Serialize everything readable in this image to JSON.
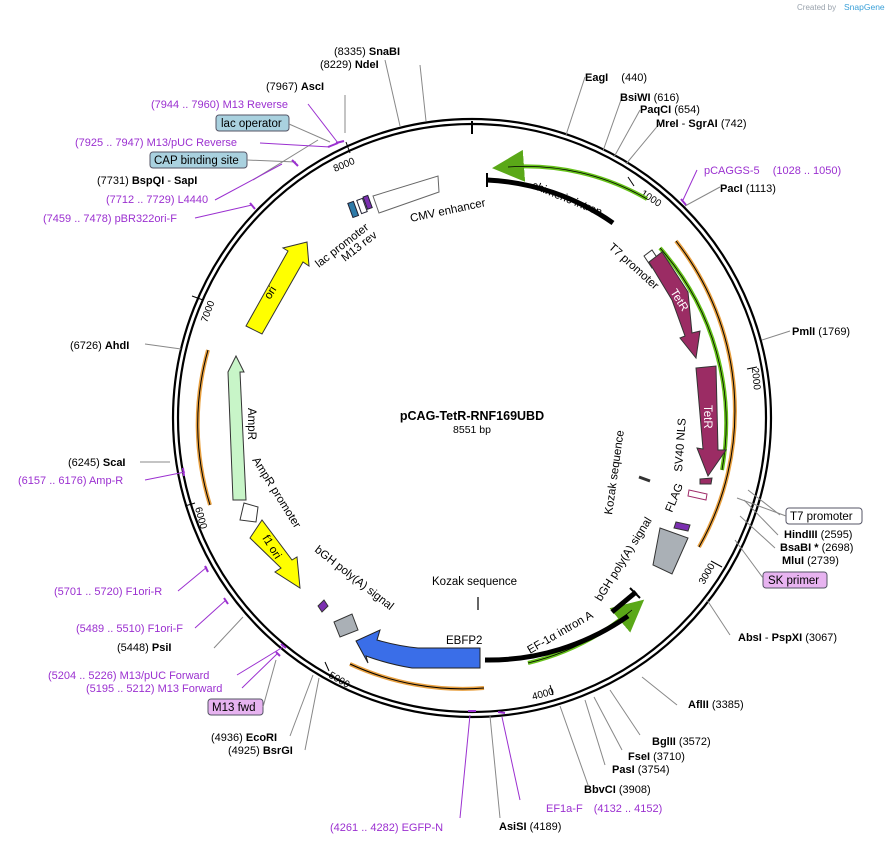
{
  "watermark": {
    "prefix": "Created by",
    "brand": "SnapGene"
  },
  "plasmid": {
    "name": "pCAG-TetR-RNF169UBD",
    "length": "8551 bp"
  },
  "ticks": [
    "1000",
    "2000",
    "3000",
    "4000",
    "5000",
    "6000",
    "7000",
    "8000"
  ],
  "sites": [
    {
      "id": "snabi",
      "pos": "(8335)",
      "name": "SnaBI"
    },
    {
      "id": "ndei",
      "pos": "(8229)",
      "name": "NdeI"
    },
    {
      "id": "asci",
      "pos": "(7967)",
      "name": "AscI"
    },
    {
      "id": "bspqi",
      "pos": "(7731)",
      "name": "BspQI",
      "name2": "SapI"
    },
    {
      "id": "ahdi",
      "pos": "(6726)",
      "name": "AhdI"
    },
    {
      "id": "scai",
      "pos": "(6245)",
      "name": "ScaI"
    },
    {
      "id": "psii",
      "pos": "(5448)",
      "name": "PsiI"
    },
    {
      "id": "ecori",
      "pos": "(4936)",
      "name": "EcoRI"
    },
    {
      "id": "bsrgi",
      "pos": "(4925)",
      "name": "BsrGI"
    },
    {
      "id": "asisi",
      "pos": "(4189)",
      "name": "AsiSI"
    },
    {
      "id": "bbvci",
      "pos": "(3908)",
      "name": "BbvCI"
    },
    {
      "id": "pasi",
      "pos": "(3754)",
      "name": "PasI"
    },
    {
      "id": "fsei",
      "pos": "(3710)",
      "name": "FseI"
    },
    {
      "id": "bglii",
      "pos": "(3572)",
      "name": "BglII"
    },
    {
      "id": "aflii",
      "pos": "(3385)",
      "name": "AflII"
    },
    {
      "id": "absi",
      "pos": "(3067)",
      "name": "AbsI",
      "name2": "PspXI"
    },
    {
      "id": "mlui",
      "pos": "(2739)",
      "name": "MluI"
    },
    {
      "id": "bsabi",
      "pos": "(2698)",
      "name": "BsaBI *"
    },
    {
      "id": "hindiii",
      "pos": "(2595)",
      "name": "HindIII"
    },
    {
      "id": "pmli",
      "pos": "(1769)",
      "name": "PmlI"
    },
    {
      "id": "paci",
      "pos": "(1113)",
      "name": "PacI"
    },
    {
      "id": "srgai",
      "pos": "(742)",
      "name": "MreI",
      "name2": "SgrAI"
    },
    {
      "id": "paqci",
      "pos": "(654)",
      "name": "PaqCI"
    },
    {
      "id": "bsiwi",
      "pos": "(616)",
      "name": "BsiWI"
    },
    {
      "id": "eagi",
      "pos": "(440)",
      "name": "EagI"
    }
  ],
  "primers": [
    {
      "id": "m13rev",
      "range": "(7944 .. 7960)",
      "name": "M13 Reverse"
    },
    {
      "id": "m13puc",
      "range": "(7925 .. 7947)",
      "name": "M13/pUC Reverse"
    },
    {
      "id": "l4440",
      "range": "(7712 .. 7729)",
      "name": "L4440"
    },
    {
      "id": "pbr322",
      "range": "(7459 .. 7478)",
      "name": "pBR322ori-F"
    },
    {
      "id": "ampr",
      "range": "(6157 .. 6176)",
      "name": "Amp-R"
    },
    {
      "id": "f1orir",
      "range": "(5701 .. 5720)",
      "name": "F1ori-R"
    },
    {
      "id": "f1orif",
      "range": "(5489 .. 5510)",
      "name": "F1ori-F"
    },
    {
      "id": "m13pucf",
      "range": "(5204 .. 5226)",
      "name": "M13/pUC Forward"
    },
    {
      "id": "m13f",
      "range": "(5195 .. 5212)",
      "name": "M13 Forward"
    },
    {
      "id": "egfpn",
      "range": "(4261 .. 4282)",
      "name": "EGFP-N"
    },
    {
      "id": "ef1af",
      "range": "(4132 .. 4152)",
      "name": "EF1a-F"
    },
    {
      "id": "pcaggs",
      "range": "(1028 .. 1050)",
      "name": "pCAGGS-5"
    }
  ],
  "boxed": {
    "lac_operator": "lac operator",
    "cap_site": "CAP binding site",
    "t7_promoter": "T7 promoter",
    "sk_primer": "SK primer",
    "m13_fwd": "M13 fwd"
  },
  "features": {
    "chimeric_intron": "chimeric intron",
    "cmv_enhancer": "CMV enhancer",
    "lac_promoter": "lac promoter",
    "m13_rev": "M13 rev",
    "t7_promoter": "T7 promoter",
    "tetr1": "TetR",
    "tetr2": "TetR",
    "sv40_nls": "SV40 NLS",
    "kozak1": "Kozak sequence",
    "flag": "FLAG",
    "bgh1": "bGH poly(A) signal",
    "ef1a": "EF-1α intron A",
    "ebfp2": "EBFP2",
    "kozak2": "Kozak sequence",
    "bgh2": "bGH poly(A) signal",
    "f1_ori": "f1 ori",
    "ampr_promoter": "AmpR promoter",
    "ampr": "AmpR",
    "ori": "ori"
  },
  "colors": {
    "backbone": "#000000",
    "tetr": "#9b2c64",
    "ebfp2": "#3a6ee8",
    "ori": "#ffff00",
    "ampr": "#c8f5c8",
    "primer": "#9b30d0",
    "green_arrow": "#66c21a",
    "orange_arrow": "#e8a040"
  }
}
